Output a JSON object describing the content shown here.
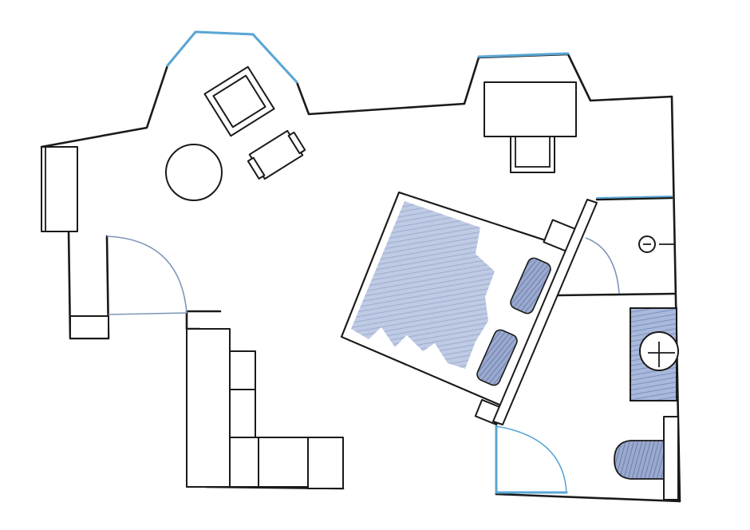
{
  "plan": {
    "colors": {
      "wall": "#1a1a1a",
      "window": "#5aa6d6",
      "door_swing": "#7f96b8",
      "fabric": "#8ea3cf",
      "fabric_dark": "#6c7fa8",
      "tile": "#9fb1d4"
    },
    "rooms": [
      "living-area",
      "bedroom",
      "bathroom",
      "entrance"
    ],
    "furniture": [
      "armchair",
      "side-chair",
      "round-table",
      "wall-cabinet",
      "desk",
      "desk-chair",
      "double-bed",
      "pillow",
      "pillow",
      "nightstand",
      "nightstand",
      "wardrobe",
      "washbasin",
      "shower-drain",
      "toilet"
    ],
    "icons": [
      "window",
      "door",
      "door-swing"
    ]
  }
}
